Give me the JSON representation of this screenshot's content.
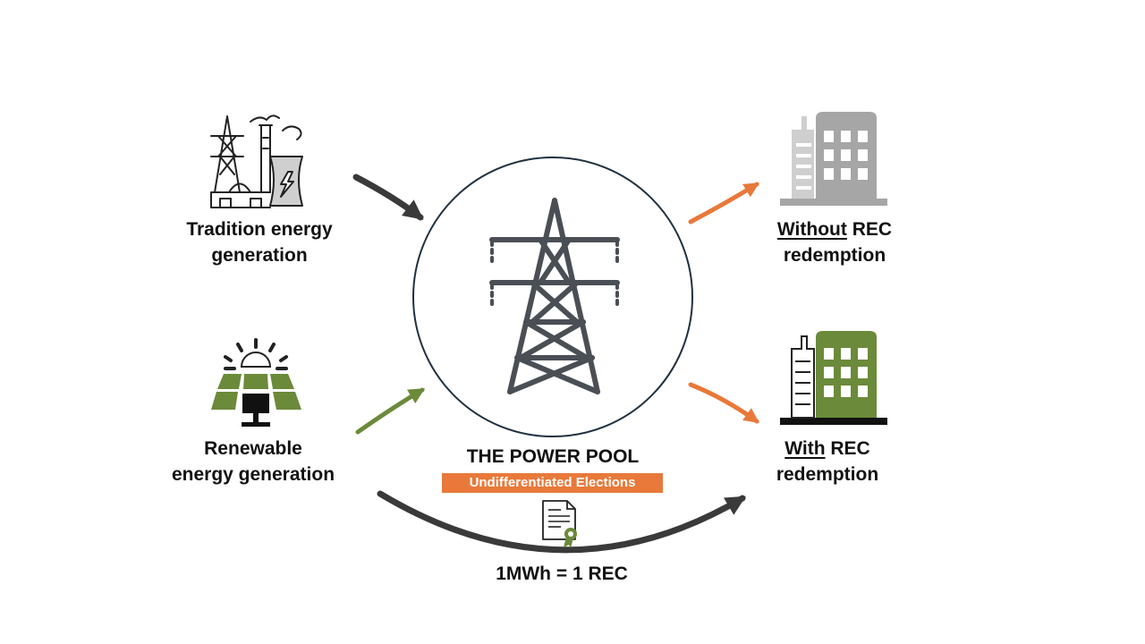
{
  "sources": {
    "traditional": {
      "label_line1": "Tradition energy",
      "label_line2": "generation",
      "icon": "power-plant-icon"
    },
    "renewable": {
      "label_line1": "Renewable",
      "label_line2": "energy generation",
      "icon": "solar-panel-icon"
    }
  },
  "pool": {
    "title": "THE POWER POOL",
    "badge": "Undifferentiated Elections",
    "icon": "transmission-tower-icon"
  },
  "outcomes": {
    "without": {
      "emphasis": "Without",
      "rest": " REC",
      "line2": "redemption",
      "icon": "grey-building-icon"
    },
    "with": {
      "emphasis": "With",
      "rest": " REC",
      "line2": "redemption",
      "icon": "green-building-icon"
    }
  },
  "certificate": {
    "icon": "certificate-icon",
    "formula": "1MWh = 1 REC"
  },
  "colors": {
    "dark_arrow": "#3a3a3a",
    "orange": "#e8793a",
    "green": "#6b8a3a",
    "circle_stroke": "#1f3140",
    "tower": "#4a4f55",
    "grey_building": "#a6a6a6",
    "light_grey": "#cfcfcf",
    "green_building": "#6b8a3a"
  }
}
